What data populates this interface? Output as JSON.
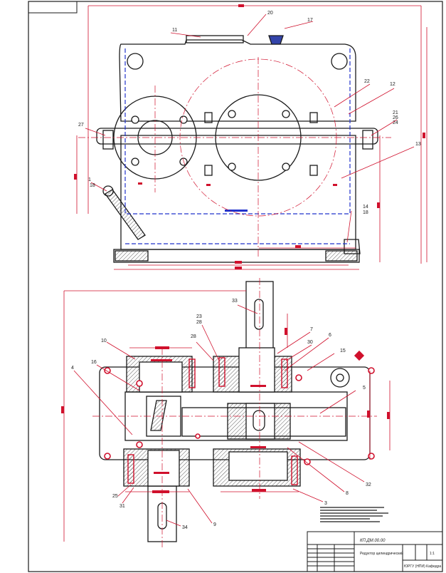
{
  "drawing": {
    "balloons_top": [
      "11",
      "20",
      "17",
      "22",
      "12",
      "21",
      "26",
      "24",
      "27",
      "13",
      "1",
      "18",
      "14",
      "18"
    ],
    "balloons_bottom": [
      "33",
      "23",
      "28",
      "28",
      "7",
      "30",
      "6",
      "10",
      "15",
      "16",
      "4",
      "5",
      "25",
      "31",
      "9",
      "8",
      "32",
      "3",
      "34"
    ]
  },
  "title_block": {
    "designation": "КП.ДМ.00.00",
    "title": "Редуктор цилиндрический",
    "scale": "1:1",
    "organization": "ЮРГУ (НПИ) Кафедра"
  },
  "colors": {
    "outline": "#1a1a1a",
    "dimension": "#d0102c",
    "hidden": "#2233cc",
    "hatch": "#1a1a1a"
  }
}
